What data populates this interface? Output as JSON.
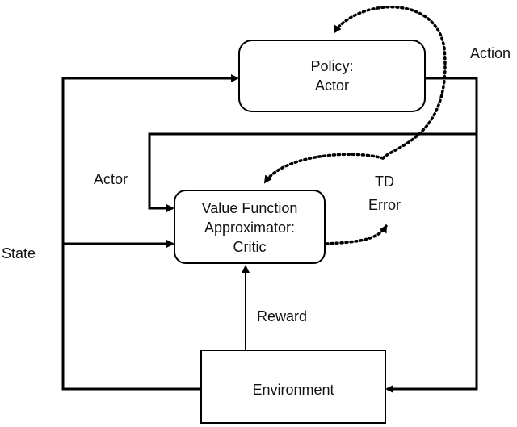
{
  "nodes": {
    "policy": {
      "line1": "Policy:",
      "line2": "Actor"
    },
    "critic": {
      "line1": "Value Function",
      "line2": "Approximator:",
      "line3": "Critic"
    },
    "environment": {
      "label": "Environment"
    }
  },
  "labels": {
    "action": "Action",
    "state": "State",
    "actor": "Actor",
    "reward": "Reward",
    "td_line1": "TD",
    "td_line2": "Error"
  }
}
